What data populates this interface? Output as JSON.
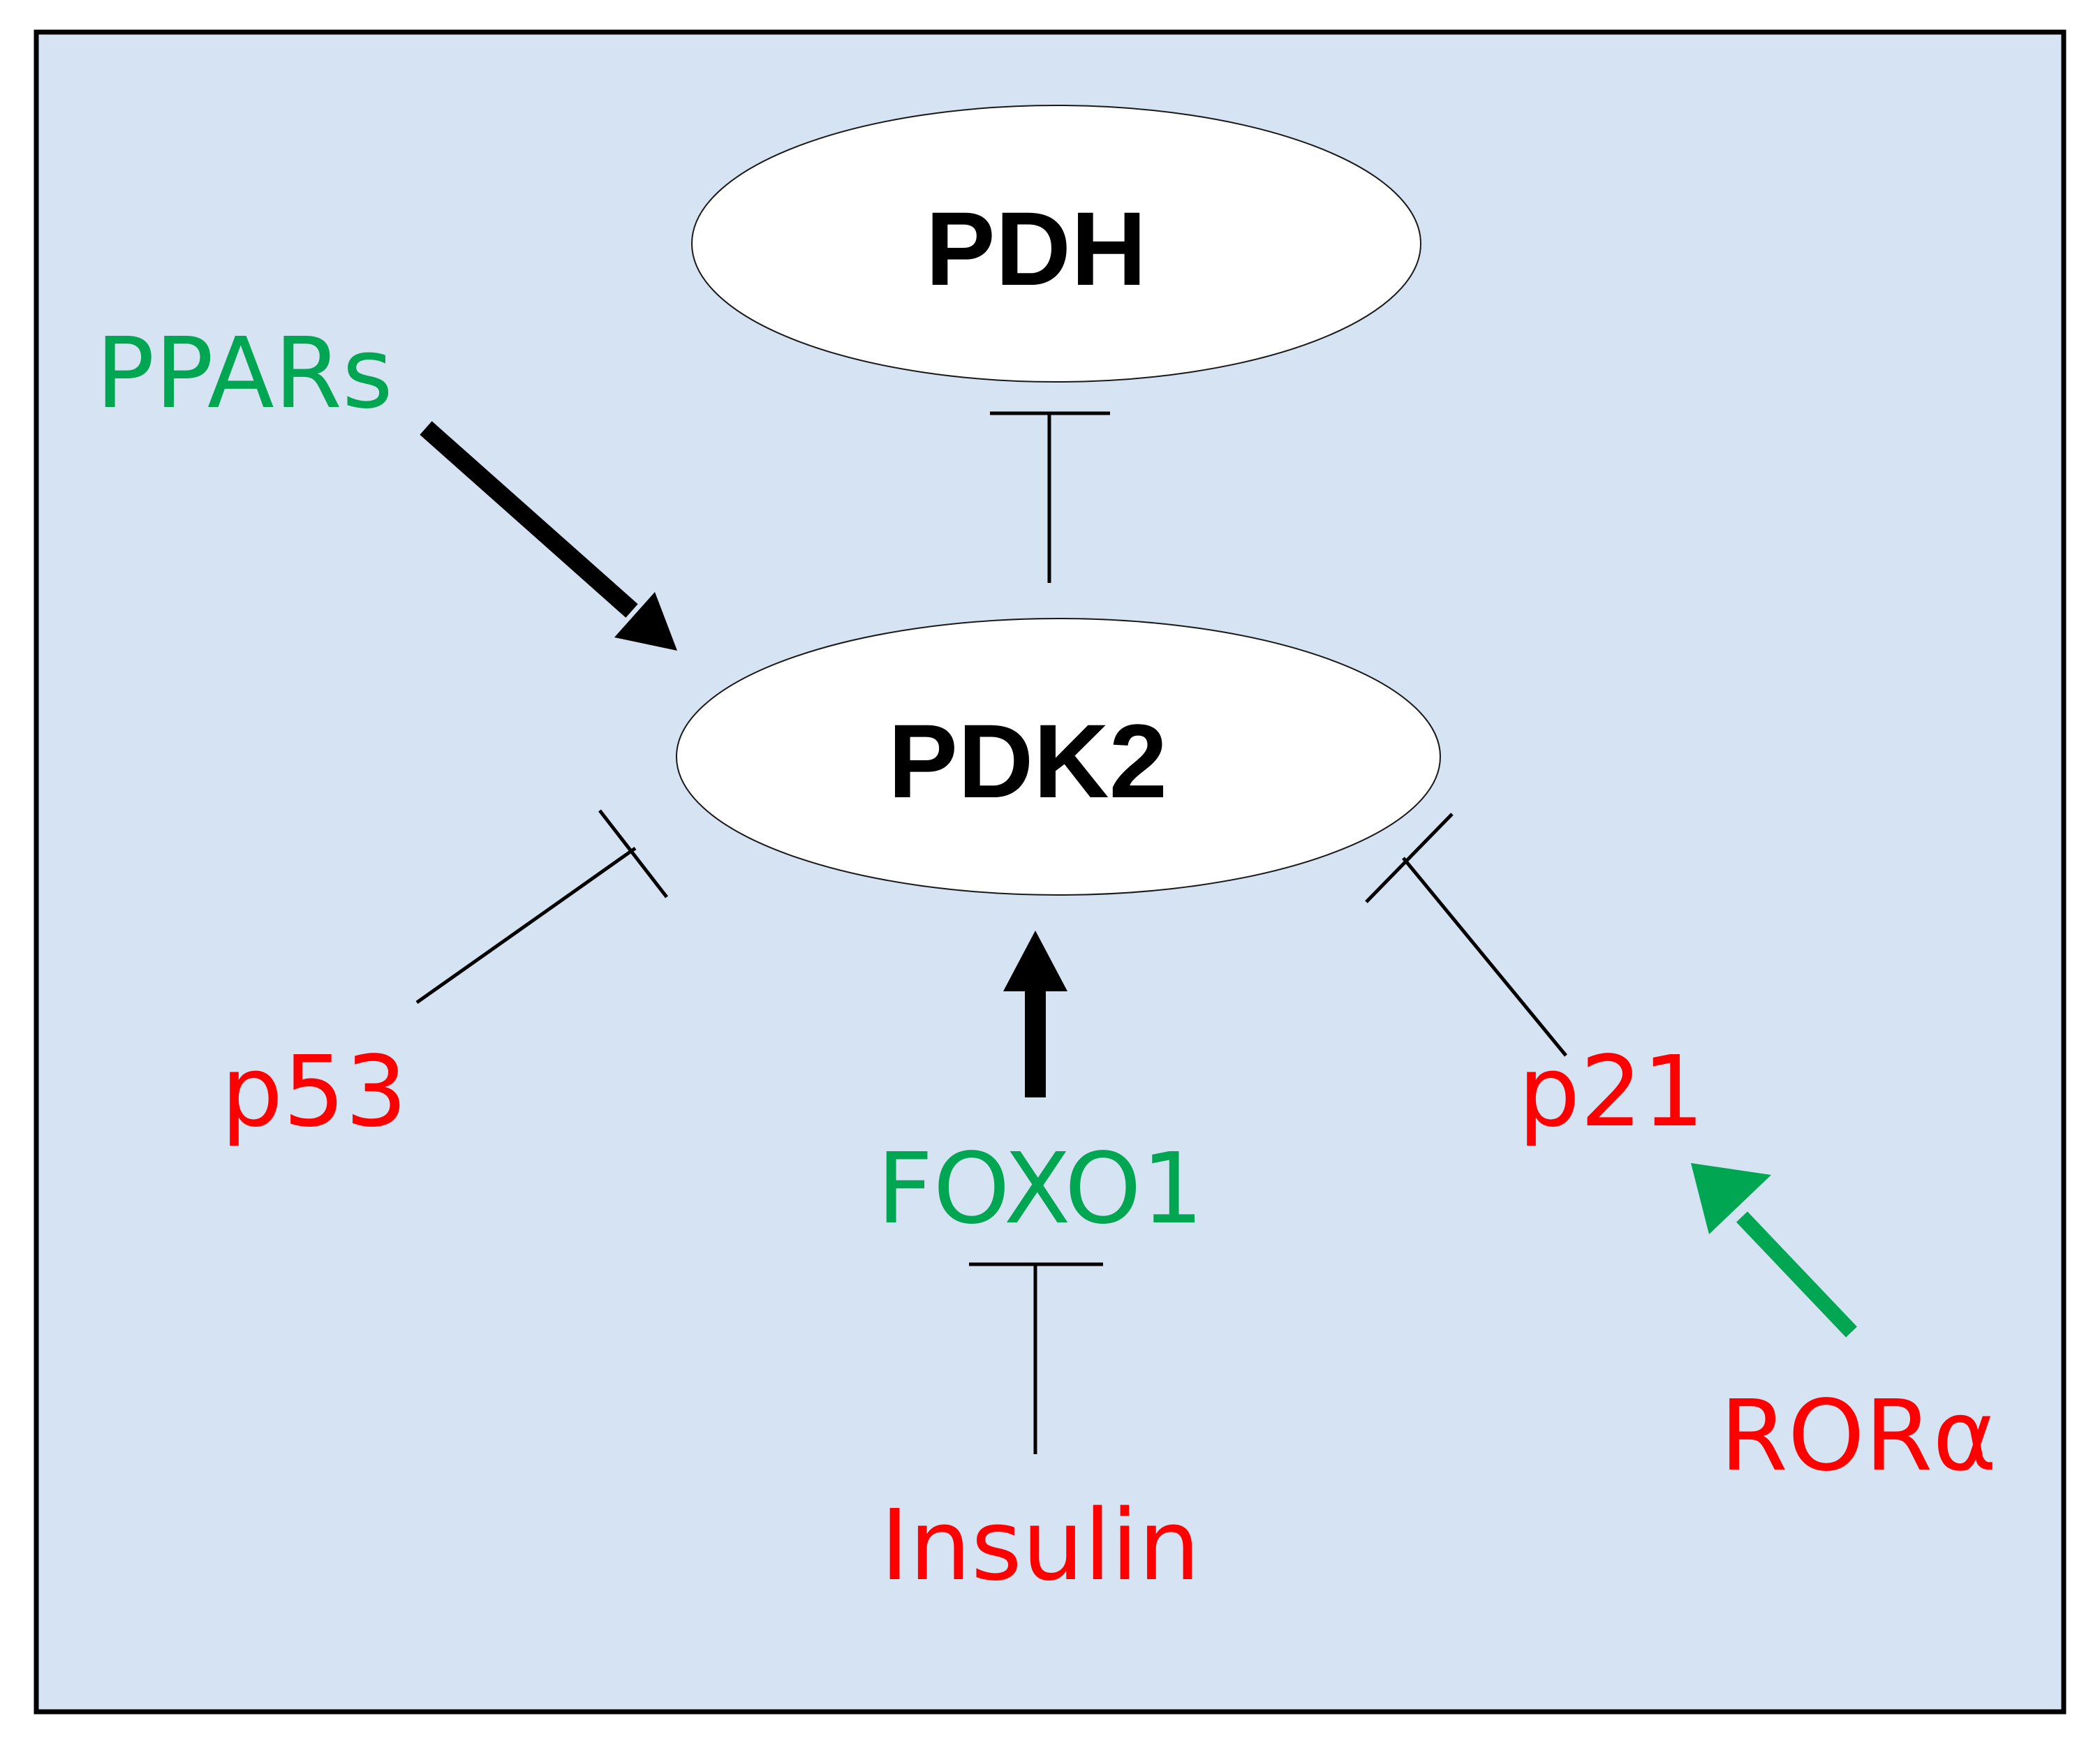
{
  "colors": {
    "background": "#d6e3f3",
    "border": "#000000",
    "node_fill": "#ffffff",
    "activator": "#00a651",
    "inhibitor": "#ff0000",
    "edge_dark": "#000000",
    "edge_green": "#00a651"
  },
  "nodes": {
    "pdh": {
      "label": "PDH"
    },
    "pdk2": {
      "label": "PDK2"
    }
  },
  "regulators": {
    "ppars": {
      "label": "PPARs"
    },
    "p53": {
      "label": "p53"
    },
    "foxo1": {
      "label": "FOXO1"
    },
    "p21": {
      "label": "p21"
    },
    "insulin": {
      "label": "Insulin"
    },
    "rora": {
      "label": "RORα"
    }
  },
  "edges": [
    {
      "from": "pdk2",
      "to": "pdh",
      "type": "inhibition"
    },
    {
      "from": "ppars",
      "to": "pdk2",
      "type": "activation"
    },
    {
      "from": "p53",
      "to": "pdk2",
      "type": "inhibition"
    },
    {
      "from": "foxo1",
      "to": "pdk2",
      "type": "activation"
    },
    {
      "from": "p21",
      "to": "pdk2",
      "type": "inhibition"
    },
    {
      "from": "insulin",
      "to": "foxo1",
      "type": "inhibition"
    },
    {
      "from": "rora",
      "to": "p21",
      "type": "activation"
    }
  ]
}
